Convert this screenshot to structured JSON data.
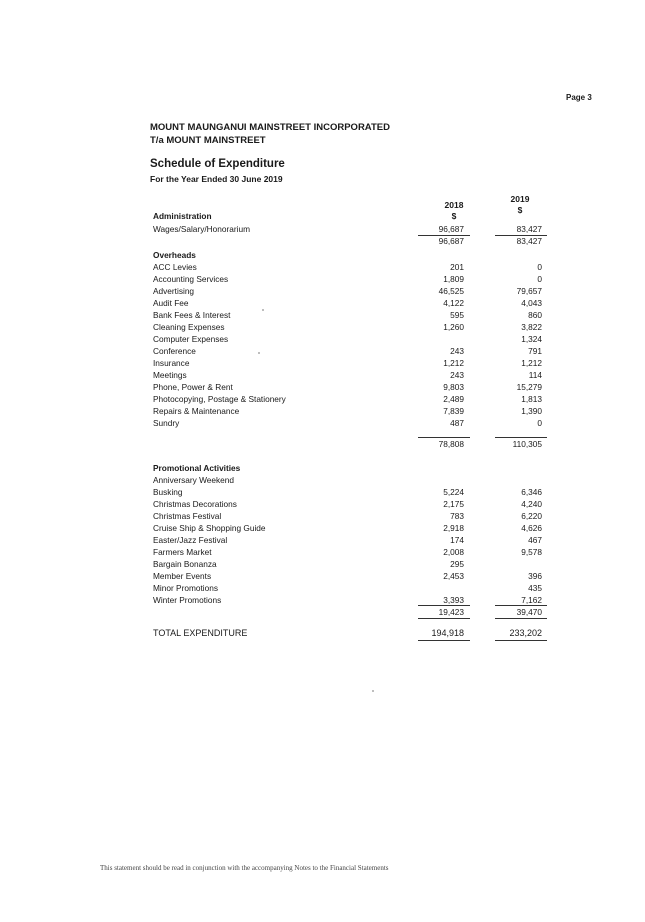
{
  "page_number": "Page 3",
  "org": {
    "name": "MOUNT MAUNGANUI MAINSTREET INCORPORATED",
    "trading_as": "T/a MOUNT MAINSTREET"
  },
  "schedule": {
    "title": "Schedule of Expenditure",
    "subtitle": "For the Year Ended 30 June 2019"
  },
  "columns": {
    "y2018": "2018",
    "y2019": "2019",
    "unit": "$"
  },
  "administration": {
    "heading": "Administration",
    "items": [
      {
        "label": "Wages/Salary/Honorarium",
        "v2018": "96,687",
        "v2019": "83,427"
      }
    ],
    "subtotal": {
      "v2018": "96,687",
      "v2019": "83,427"
    }
  },
  "overheads": {
    "heading": "Overheads",
    "items": [
      {
        "label": "ACC Levies",
        "v2018": "201",
        "v2019": "0"
      },
      {
        "label": "Accounting Services",
        "v2018": "1,809",
        "v2019": "0"
      },
      {
        "label": "Advertising",
        "v2018": "46,525",
        "v2019": "79,657"
      },
      {
        "label": "Audit Fee",
        "v2018": "4,122",
        "v2019": "4,043"
      },
      {
        "label": "Bank Fees & Interest",
        "v2018": "595",
        "v2019": "860"
      },
      {
        "label": "Cleaning Expenses",
        "v2018": "1,260",
        "v2019": "3,822"
      },
      {
        "label": "Computer Expenses",
        "v2018": "",
        "v2019": "1,324"
      },
      {
        "label": "Conference",
        "v2018": "243",
        "v2019": "791"
      },
      {
        "label": "Insurance",
        "v2018": "1,212",
        "v2019": "1,212"
      },
      {
        "label": "Meetings",
        "v2018": "243",
        "v2019": "114"
      },
      {
        "label": "Phone, Power & Rent",
        "v2018": "9,803",
        "v2019": "15,279"
      },
      {
        "label": "Photocopying, Postage & Stationery",
        "v2018": "2,489",
        "v2019": "1,813"
      },
      {
        "label": "Repairs & Maintenance",
        "v2018": "7,839",
        "v2019": "1,390"
      },
      {
        "label": "Sundry",
        "v2018": "487",
        "v2019": "0"
      }
    ],
    "subtotal": {
      "v2018": "78,808",
      "v2019": "110,305"
    }
  },
  "promotional": {
    "heading": "Promotional Activities",
    "items": [
      {
        "label": "Anniversary Weekend",
        "v2018": "",
        "v2019": ""
      },
      {
        "label": "Busking",
        "v2018": "5,224",
        "v2019": "6,346"
      },
      {
        "label": "Christmas Decorations",
        "v2018": "2,175",
        "v2019": "4,240"
      },
      {
        "label": "Christmas Festival",
        "v2018": "783",
        "v2019": "6,220"
      },
      {
        "label": "Cruise Ship & Shopping Guide",
        "v2018": "2,918",
        "v2019": "4,626"
      },
      {
        "label": "Easter/Jazz Festival",
        "v2018": "174",
        "v2019": "467"
      },
      {
        "label": "Farmers Market",
        "v2018": "2,008",
        "v2019": "9,578"
      },
      {
        "label": "Bargain Bonanza",
        "v2018": "295",
        "v2019": ""
      },
      {
        "label": "Member Events",
        "v2018": "2,453",
        "v2019": "396"
      },
      {
        "label": "Minor Promotions",
        "v2018": "",
        "v2019": "435"
      },
      {
        "label": "Winter Promotions",
        "v2018": "3,393",
        "v2019": "7,162"
      }
    ],
    "subtotal": {
      "v2018": "19,423",
      "v2019": "39,470"
    }
  },
  "total": {
    "label": "TOTAL EXPENDITURE",
    "v2018": "194,918",
    "v2019": "233,202"
  },
  "footer": "This statement should be read in conjunction with the accompanying Notes to the Financial Statements"
}
